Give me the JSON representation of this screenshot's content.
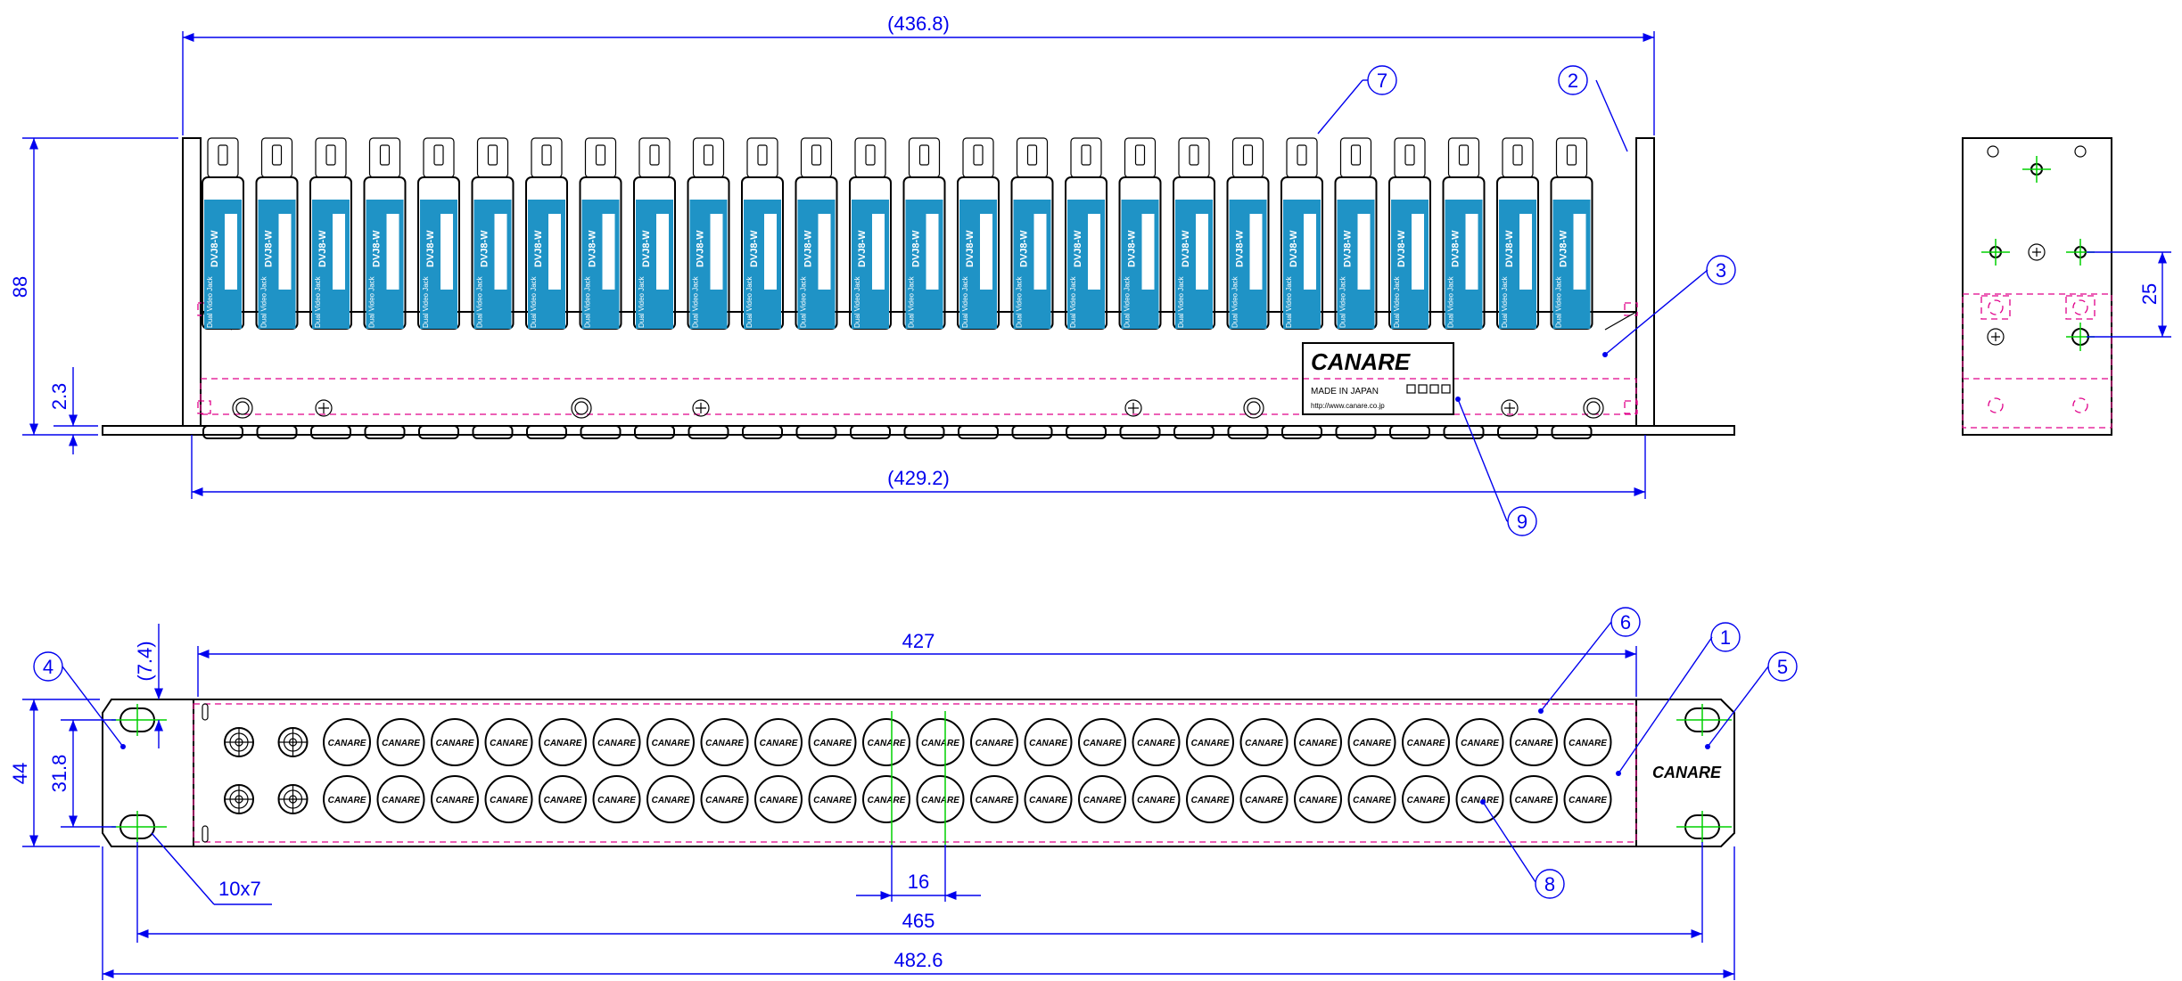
{
  "dimensions": {
    "top_width_outer": "(436.8)",
    "top_width_inner": "(429.2)",
    "height_total": "88",
    "base_thickness": "2.3",
    "side_bracket_spacing": "25",
    "inner_width_front": "427",
    "mount_spacing": "465",
    "overall_width": "482.6",
    "front_height": "44",
    "slot_vertical_spacing": "31.8",
    "slot_offset": "(7.4)",
    "slot_size": "10x7",
    "jack_pitch": "16"
  },
  "callouts": [
    "1",
    "2",
    "3",
    "4",
    "5",
    "6",
    "7",
    "8",
    "9"
  ],
  "brand": {
    "logo_text": "CANARE",
    "made_in": "MADE IN JAPAN",
    "url": "http://www.canare.co.jp",
    "front_logo_text": "CANARE"
  },
  "jack": {
    "label_top": "DVJ8-W",
    "label_side": "Dual Video Jack",
    "count": 26
  },
  "front": {
    "bnc_columns": 2,
    "round_columns": 24,
    "rows": 2,
    "round_label": "CANARE"
  },
  "colors": {
    "dimension": "#0000ee",
    "jack_body": "#1f93c6",
    "hidden_line": "#e0008a",
    "center_line": "#00d000"
  }
}
